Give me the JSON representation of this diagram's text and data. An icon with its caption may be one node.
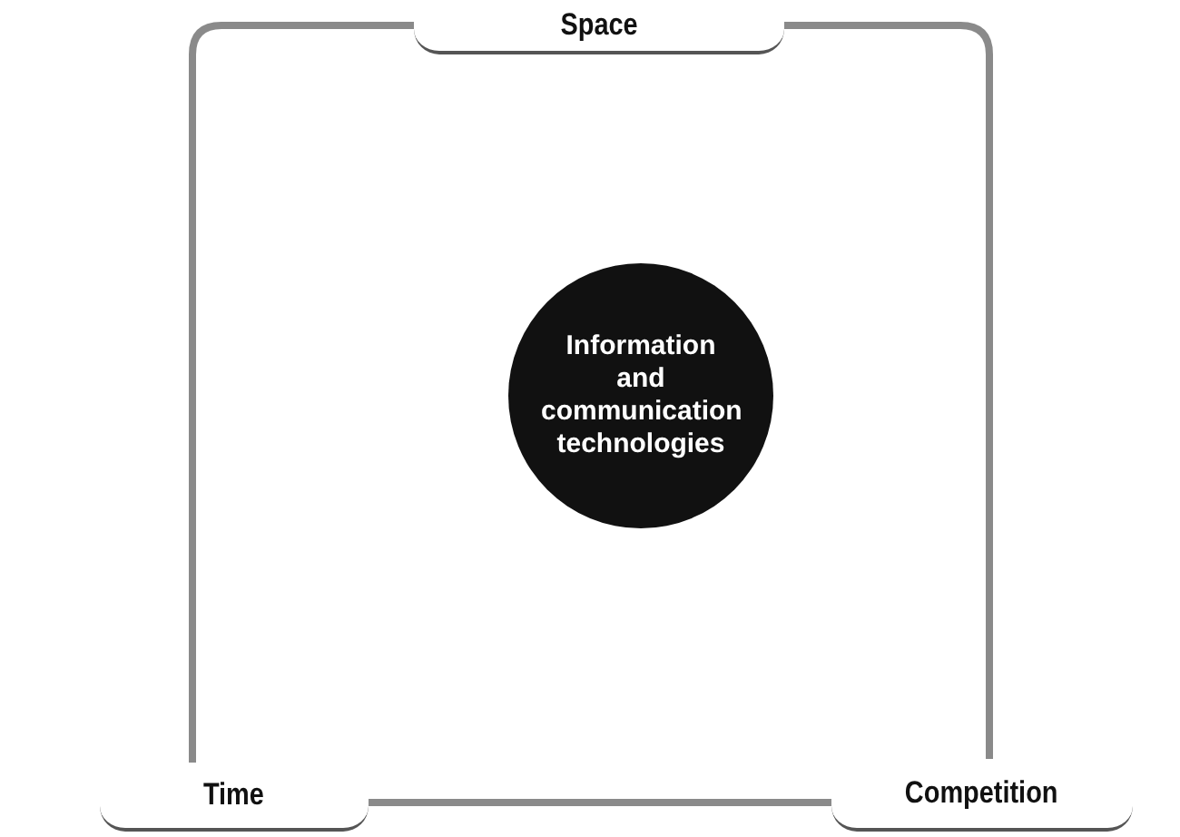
{
  "diagram": {
    "nodes": [
      {
        "text": [
          "Space"
        ]
      },
      {
        "text": [
          "Information and communication technologies"
        ]
      },
      {
        "text": [
          "Time"
        ]
      },
      {
        "text": [
          "Competition"
        ]
      }
    ],
    "edges": [
      {
        "from": 0,
        "to": 2,
        "arrow": "none"
      },
      {
        "from": 0,
        "to": 3,
        "arrow": "none"
      },
      {
        "from": 2,
        "to": 3,
        "arrow": "none"
      }
    ]
  }
}
